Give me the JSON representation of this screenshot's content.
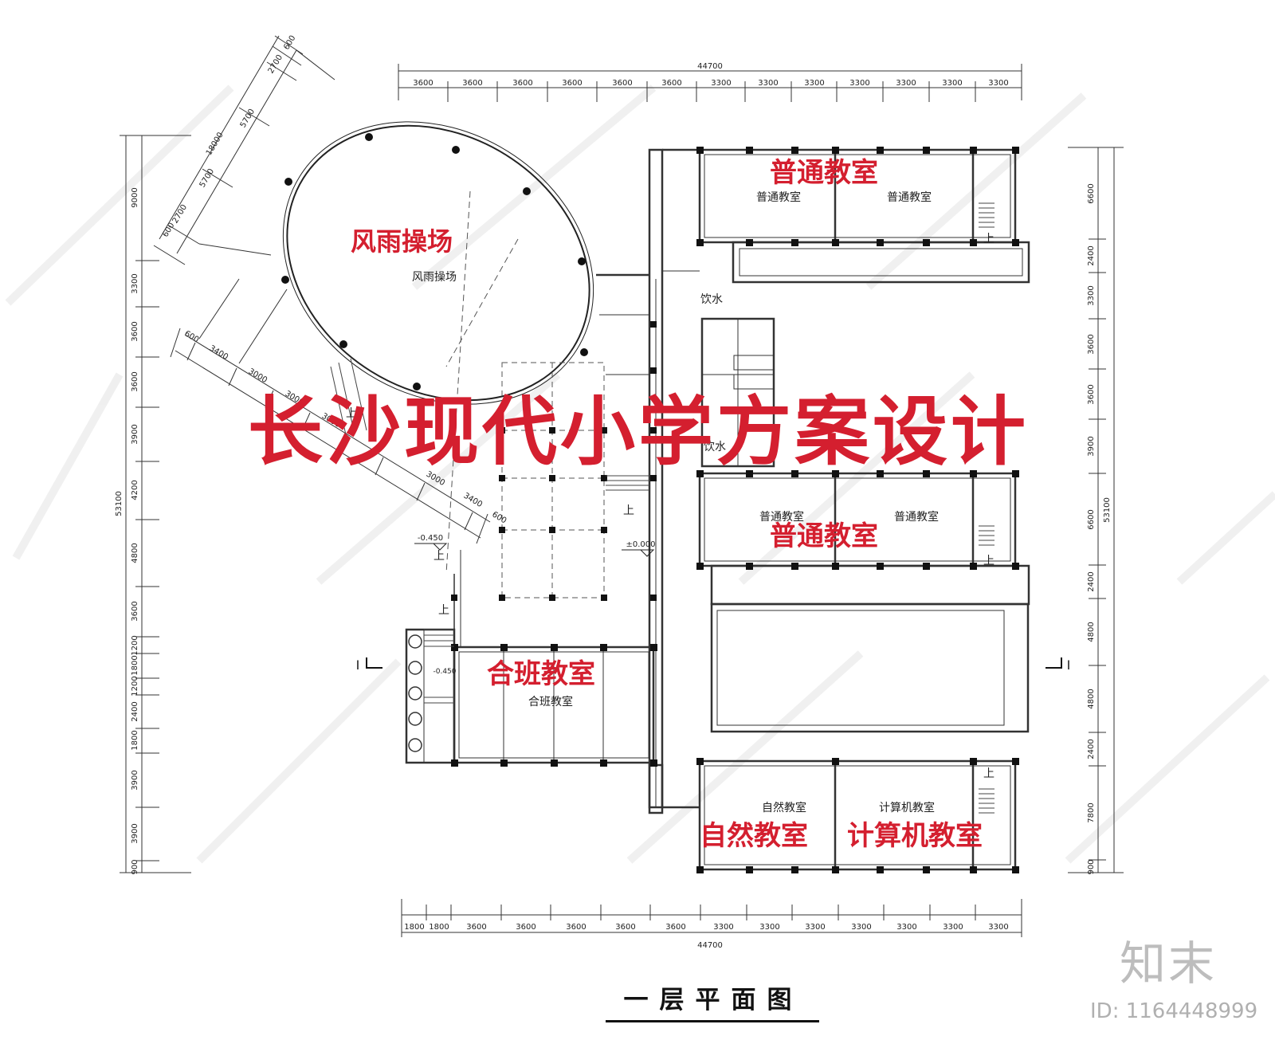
{
  "title": "长沙现代小学方案设计",
  "plan_title": "一层平面图",
  "watermark": {
    "logo": "知末",
    "image_id": "ID: 1164448999"
  },
  "colors": {
    "title_red": "#d41f2f",
    "line": "#111111",
    "wall": "#333333"
  },
  "overlay_labels": {
    "playground": "风雨操场",
    "classroom_top": "普通教室",
    "classroom_mid": "普通教室",
    "combined": "合班教室",
    "science": "自然教室",
    "computer": "计算机教室"
  },
  "room_labels": {
    "playground": "风雨操场",
    "classroom_1": "普通教室",
    "classroom_2": "普通教室",
    "classroom_3": "普通教室",
    "classroom_4": "普通教室",
    "combined": "合班教室",
    "science": "自然教室",
    "computer": "计算机教室"
  },
  "misc_labels": {
    "water_1": "饮水",
    "water_2": "饮水",
    "up_1": "上",
    "up_2": "上",
    "up_3": "上",
    "up_4": "上",
    "up_5": "上",
    "up_6": "上",
    "up_7": "上",
    "level_1": "-0.450",
    "level_2": "±0.000",
    "level_3": "-0.450",
    "section_left": "I",
    "section_right": "I"
  },
  "dimensions": {
    "top_total": "44700",
    "top": [
      "3600",
      "3600",
      "3600",
      "3600",
      "3600",
      "3600",
      "3300",
      "3300",
      "3300",
      "3300",
      "3300",
      "3300",
      "3300"
    ],
    "bottom_total": "44700",
    "bottom": [
      "1800",
      "1800",
      "3600",
      "3600",
      "3600",
      "3600",
      "3600",
      "3300",
      "3300",
      "3300",
      "3300",
      "3300",
      "3300",
      "3300"
    ],
    "left_total": "53100",
    "left": [
      "9000",
      "3300",
      "3600",
      "3600",
      "3900",
      "4200",
      "4800",
      "3600",
      "1200",
      "1800",
      "1200",
      "2400",
      "1800",
      "3900",
      "3900",
      "900"
    ],
    "right_total": "53100",
    "right": [
      "6600",
      "2400",
      "3300",
      "3600",
      "3600",
      "3900",
      "6600",
      "2400",
      "4800",
      "4800",
      "2400",
      "7800",
      "900"
    ],
    "oval_radial": [
      "600",
      "2700",
      "5700",
      "5700",
      "2700",
      "600"
    ],
    "oval_radial_total": "18000",
    "oval_lower": [
      "600",
      "3400",
      "3000",
      "3000",
      "3000",
      "3000",
      "3400",
      "600"
    ]
  }
}
